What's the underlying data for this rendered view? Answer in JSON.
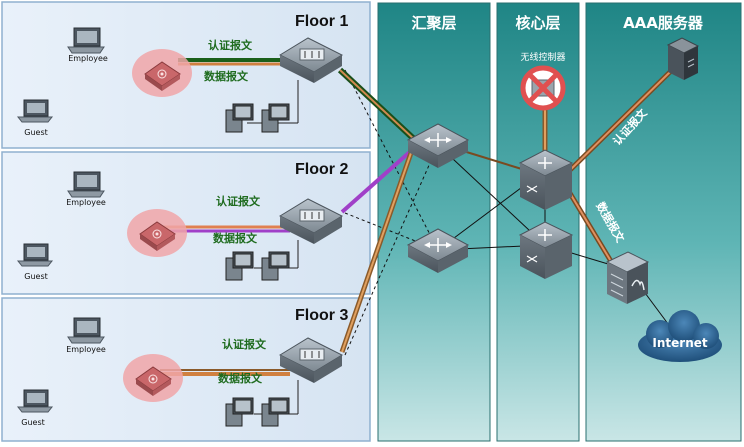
{
  "floors": [
    {
      "title": "Floor 1",
      "employee": "Employee",
      "guest": "Guest",
      "auth_msg": "认证报文",
      "data_msg": "数据报文"
    },
    {
      "title": "Floor 2",
      "employee": "Employee",
      "guest": "Guest",
      "auth_msg": "认证报文",
      "data_msg": "数据报文"
    },
    {
      "title": "Floor 3",
      "employee": "Employee",
      "guest": "Guest",
      "auth_msg": "认证报文",
      "data_msg": "数据报文"
    }
  ],
  "columns": {
    "aggregation": "汇聚层",
    "core": "核心层",
    "aaa": "AAA服务器"
  },
  "wireless_controller": "无线控制器",
  "aaa_auth_msg": "认证报文",
  "aaa_data_msg": "数据报文",
  "internet": "Internet",
  "colors": {
    "floor_bg": "#dde9f5",
    "floor_border": "#7fa3c8",
    "column_teal": "#2f8f8f",
    "auth_green": "#1f5f1f",
    "data_orange": "#c8824a",
    "purple": "#a040c8"
  }
}
